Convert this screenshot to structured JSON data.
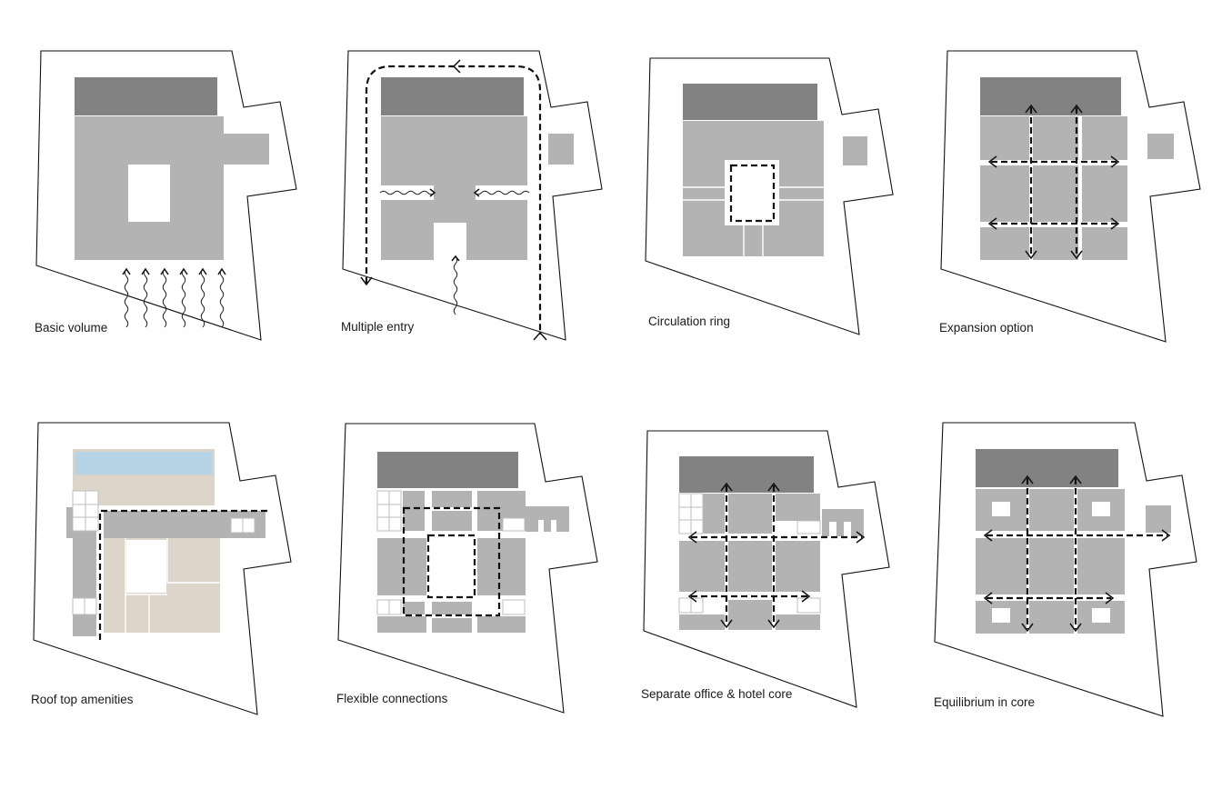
{
  "panels": [
    {
      "id": "basic-volume",
      "caption": "Basic volume"
    },
    {
      "id": "multiple-entry",
      "caption": "Multiple entry"
    },
    {
      "id": "circulation-ring",
      "caption": "Circulation ring"
    },
    {
      "id": "expansion-option",
      "caption": "Expansion option"
    },
    {
      "id": "roof-top-amenities",
      "caption": "Roof top amenities"
    },
    {
      "id": "flexible-connections",
      "caption": "Flexible connections"
    },
    {
      "id": "separate-cores",
      "caption": "Separate office & hotel core"
    },
    {
      "id": "equilibrium-core",
      "caption": "Equilibrium in core"
    }
  ],
  "colors": {
    "outline": "#111111",
    "dark_block": "#828282",
    "mid_block": "#b3b3b3",
    "amenity_deck": "#ddd5c9",
    "pool": "#b6d4e6"
  }
}
